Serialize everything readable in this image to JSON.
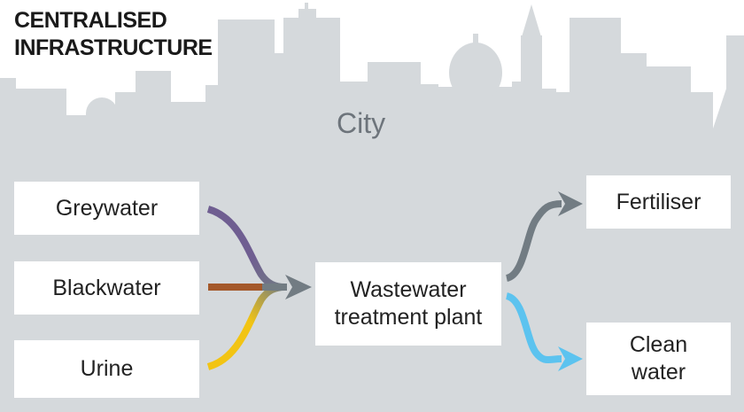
{
  "title": {
    "line1": "CENTRALISED",
    "line2": "INFRASTRUCTURE"
  },
  "city_label": "City",
  "inputs": {
    "greywater": "Greywater",
    "blackwater": "Blackwater",
    "urine": "Urine"
  },
  "plant": {
    "line1": "Wastewater",
    "line2": "treatment plant"
  },
  "outputs": {
    "fertiliser": "Fertiliser",
    "clean_water": {
      "line1": "Clean",
      "line2": "water"
    }
  },
  "colors": {
    "background_area": "#d5d9dc",
    "skyline": "#d5d9dc",
    "city_text": "#6d747b",
    "greywater_flow": "#6f5e91",
    "blackwater_flow": "#a4582a",
    "urine_flow": "#f2c413",
    "merged_flow": "#727c83",
    "fertiliser_flow": "#727c83",
    "clean_water_flow": "#5cc3ef"
  }
}
